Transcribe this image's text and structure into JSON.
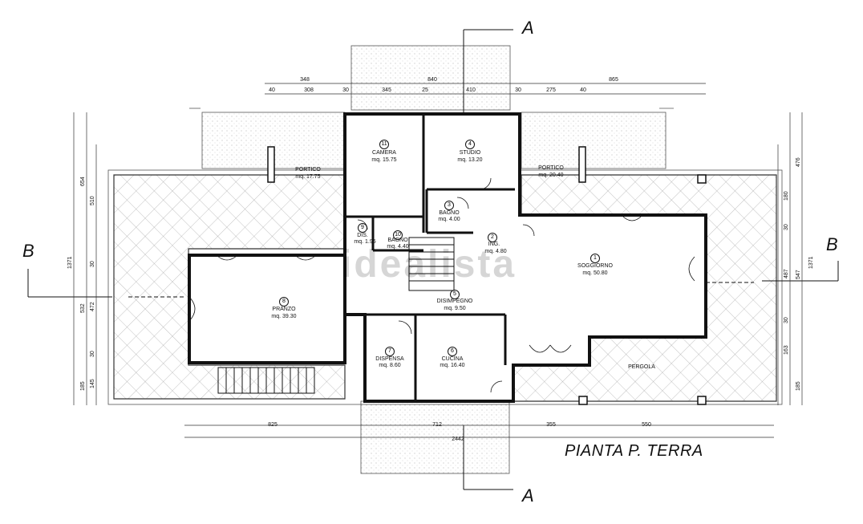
{
  "title": "PIANTA P. TERRA",
  "watermark": "idealista",
  "sections": {
    "a_top": "A",
    "a_bottom": "A",
    "b_left": "B",
    "b_right": "B"
  },
  "rooms": [
    {
      "id": "camera",
      "num": "11",
      "name": "CAMERA",
      "area": "mq. 15.75"
    },
    {
      "id": "studio",
      "num": "4",
      "name": "STUDIO",
      "area": "mq. 13.20"
    },
    {
      "id": "portico-left",
      "num": "",
      "name": "PORTICO",
      "area": "mq. 17.75"
    },
    {
      "id": "portico-right",
      "num": "",
      "name": "PORTICO",
      "area": "mq. 20.40"
    },
    {
      "id": "bagno-small",
      "num": "3",
      "name": "BAGNO",
      "area": "mq. 4.00"
    },
    {
      "id": "dis",
      "num": "9",
      "name": "DIS.",
      "area": "mq. 1.95"
    },
    {
      "id": "bagno",
      "num": "10",
      "name": "BAGNO",
      "area": "mq. 4.40"
    },
    {
      "id": "ing",
      "num": "2",
      "name": "ING.",
      "area": "mq. 4.80"
    },
    {
      "id": "soggiorno",
      "num": "1",
      "name": "SOGGIORNO",
      "area": "mq. 50.80"
    },
    {
      "id": "disimpegno",
      "num": "5",
      "name": "DISIMPEGNO",
      "area": "mq. 9.50"
    },
    {
      "id": "pranzo",
      "num": "8",
      "name": "PRANZO",
      "area": "mq. 39.30"
    },
    {
      "id": "dispensa",
      "num": "7",
      "name": "DISPENSA",
      "area": "mq. 8.60"
    },
    {
      "id": "cucina",
      "num": "6",
      "name": "CUCINA",
      "area": "mq. 16.40"
    },
    {
      "id": "pergola",
      "num": "",
      "name": "PERGOLA",
      "area": ""
    }
  ],
  "dims_top_row1": [
    "348",
    "840",
    "865"
  ],
  "dims_top_row2": [
    "40",
    "308",
    "30",
    "345",
    "25",
    "410",
    "30",
    "275",
    "40"
  ],
  "dims_bottom_row1": [
    "825",
    "712",
    "355",
    "550"
  ],
  "dims_bottom_row2": [
    "2442"
  ],
  "dims_left_outer": [
    "1371"
  ],
  "dims_left_inner": [
    "654",
    "532",
    "185"
  ],
  "dims_left_detail": [
    "510",
    "30",
    "472",
    "30",
    "145"
  ],
  "dims_right_outer": [
    "1371"
  ],
  "dims_right_inner": [
    "476",
    "547",
    "185"
  ],
  "dims_right_detail": [
    "180",
    "30",
    "487",
    "30",
    "163"
  ]
}
